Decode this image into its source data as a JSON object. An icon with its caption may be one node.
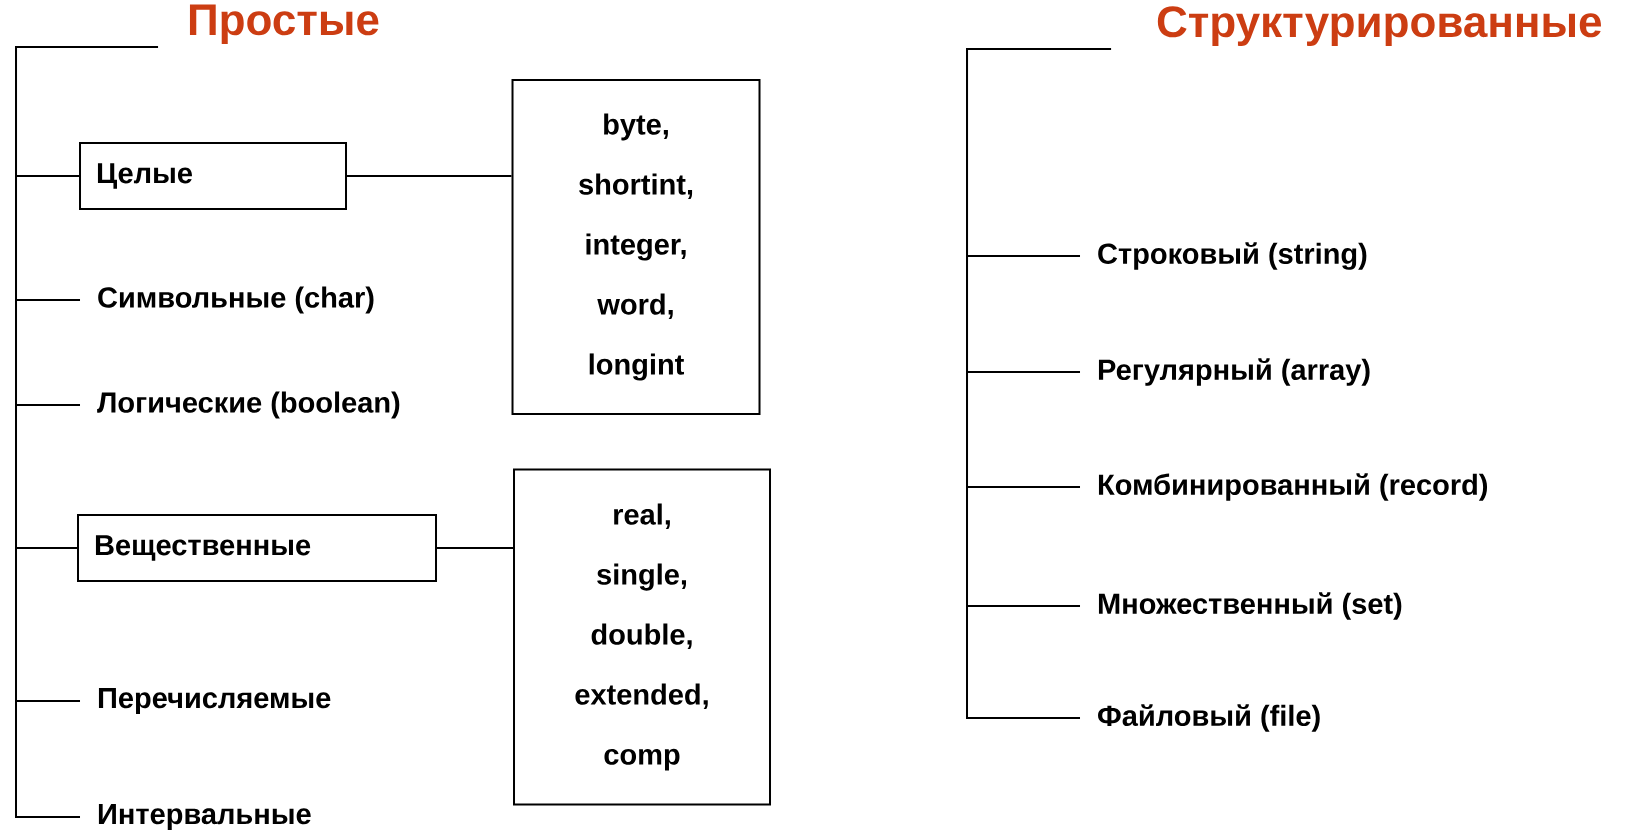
{
  "diagram": {
    "nodes": [
      {
        "text": [
          "Простые"
        ]
      },
      {
        "text": [
          "Целые"
        ]
      },
      {
        "text": [
          "Символьные (char)"
        ]
      },
      {
        "text": [
          "Логические (boolean)"
        ]
      },
      {
        "text": [
          "Вещественные"
        ]
      },
      {
        "text": [
          "Перечисляемые"
        ]
      },
      {
        "text": [
          "Интервальные"
        ]
      },
      {
        "text": [
          "byte, shortint, integer, word, longint"
        ]
      },
      {
        "text": [
          "real, single, double, extended, comp"
        ]
      },
      {
        "text": [
          "Структурированные"
        ]
      },
      {
        "text": [
          "Строковый (string)"
        ]
      },
      {
        "text": [
          "Регулярный (array)"
        ]
      },
      {
        "text": [
          "Комбинированный (record)"
        ]
      },
      {
        "text": [
          "Множественный (set)"
        ]
      },
      {
        "text": [
          "Файловый  (file)"
        ]
      }
    ],
    "edges": [
      {
        "from": 0,
        "to": 1,
        "arrow": "none"
      },
      {
        "from": 0,
        "to": 2,
        "arrow": "none"
      },
      {
        "from": 0,
        "to": 3,
        "arrow": "none"
      },
      {
        "from": 0,
        "to": 4,
        "arrow": "none"
      },
      {
        "from": 0,
        "to": 5,
        "arrow": "none"
      },
      {
        "from": 0,
        "to": 6,
        "arrow": "none"
      },
      {
        "from": 1,
        "to": 7,
        "arrow": "none"
      },
      {
        "from": 4,
        "to": 8,
        "arrow": "none"
      },
      {
        "from": 9,
        "to": 10,
        "arrow": "none"
      },
      {
        "from": 9,
        "to": 11,
        "arrow": "none"
      },
      {
        "from": 9,
        "to": 12,
        "arrow": "none"
      },
      {
        "from": 9,
        "to": 13,
        "arrow": "none"
      },
      {
        "from": 9,
        "to": 14,
        "arrow": "none"
      }
    ]
  }
}
